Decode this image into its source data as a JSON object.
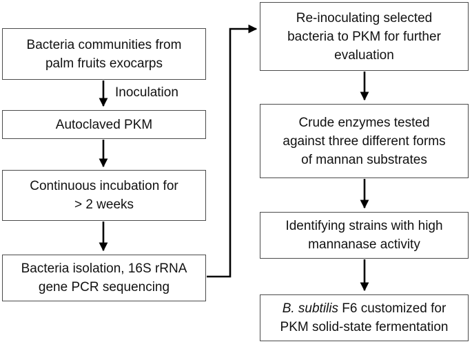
{
  "nodes": {
    "bacteria_communities": {
      "lines": [
        "Bacteria communities from",
        "palm fruits exocarps"
      ]
    },
    "autoclaved_pkm": {
      "lines": [
        "Autoclaved PKM"
      ]
    },
    "continuous_incubation": {
      "lines": [
        "Continuous incubation for",
        "> 2 weeks"
      ]
    },
    "bacteria_isolation": {
      "lines": [
        "Bacteria isolation, 16S rRNA",
        "gene PCR sequencing"
      ]
    },
    "re_inoculating": {
      "lines": [
        "Re-inoculating selected",
        "bacteria to PKM for further",
        "evaluation"
      ]
    },
    "crude_enzymes": {
      "lines": [
        "Crude enzymes tested",
        "against three different forms",
        "of mannan substrates"
      ]
    },
    "identifying_strains": {
      "lines": [
        "Identifying strains with high",
        "mannanase activity"
      ]
    },
    "b_subtilis": {
      "line1_italic": "B. subtilis",
      "line1_rest": " F6 customized for",
      "line2": "PKM solid-state fermentation"
    }
  },
  "edge_labels": {
    "inoculation": "Inoculation"
  }
}
